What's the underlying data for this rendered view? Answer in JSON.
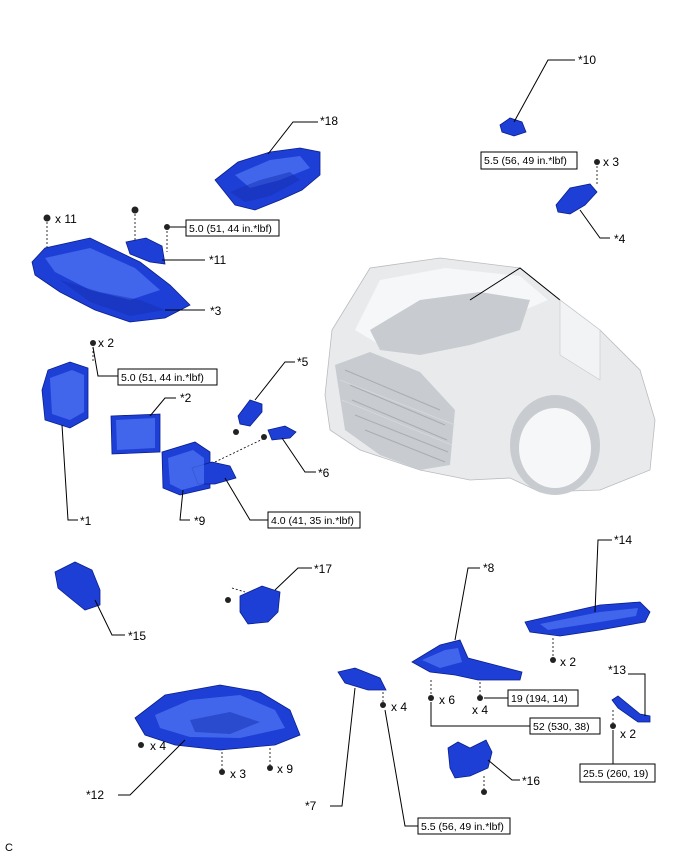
{
  "callouts": {
    "c1": "*1",
    "c2": "*2",
    "c3": "*3",
    "c4": "*4",
    "c5": "*5",
    "c6": "*6",
    "c7": "*7",
    "c8": "*8",
    "c9": "*9",
    "c10": "*10",
    "c11": "*11",
    "c12": "*12",
    "c13": "*13",
    "c14": "*14",
    "c15": "*15",
    "c16": "*16",
    "c17": "*17",
    "c18": "*18"
  },
  "torques": {
    "t_5_0_a": "5.0 (51, 44 in.*lbf)",
    "t_5_0_b": "5.0 (51, 44 in.*lbf)",
    "t_5_5_top": "5.5 (56, 49 in.*lbf)",
    "t_4_0": "4.0 (41, 35 in.*lbf)",
    "t_19": "19 (194, 14)",
    "t_52": "52 (530, 38)",
    "t_25_5": "25.5 (260, 19)",
    "t_5_5_bottom": "5.5 (56, 49 in.*lbf)"
  },
  "quantities": {
    "q_x11": "x 11",
    "q_x2_a": "x 2",
    "q_x3_top": "x 3",
    "q_x4_7": "x 4",
    "q_x6": "x 6",
    "q_x4_8": "x 4",
    "q_x2_14": "x 2",
    "q_x2_13": "x 2",
    "q_x4_12": "x 4",
    "q_x3_12": "x 3",
    "q_x9_12": "x 9"
  },
  "figure_code": "C",
  "colors": {
    "part": "#1d3fd6",
    "line": "#000000",
    "vehicle": "#e9eaec"
  }
}
